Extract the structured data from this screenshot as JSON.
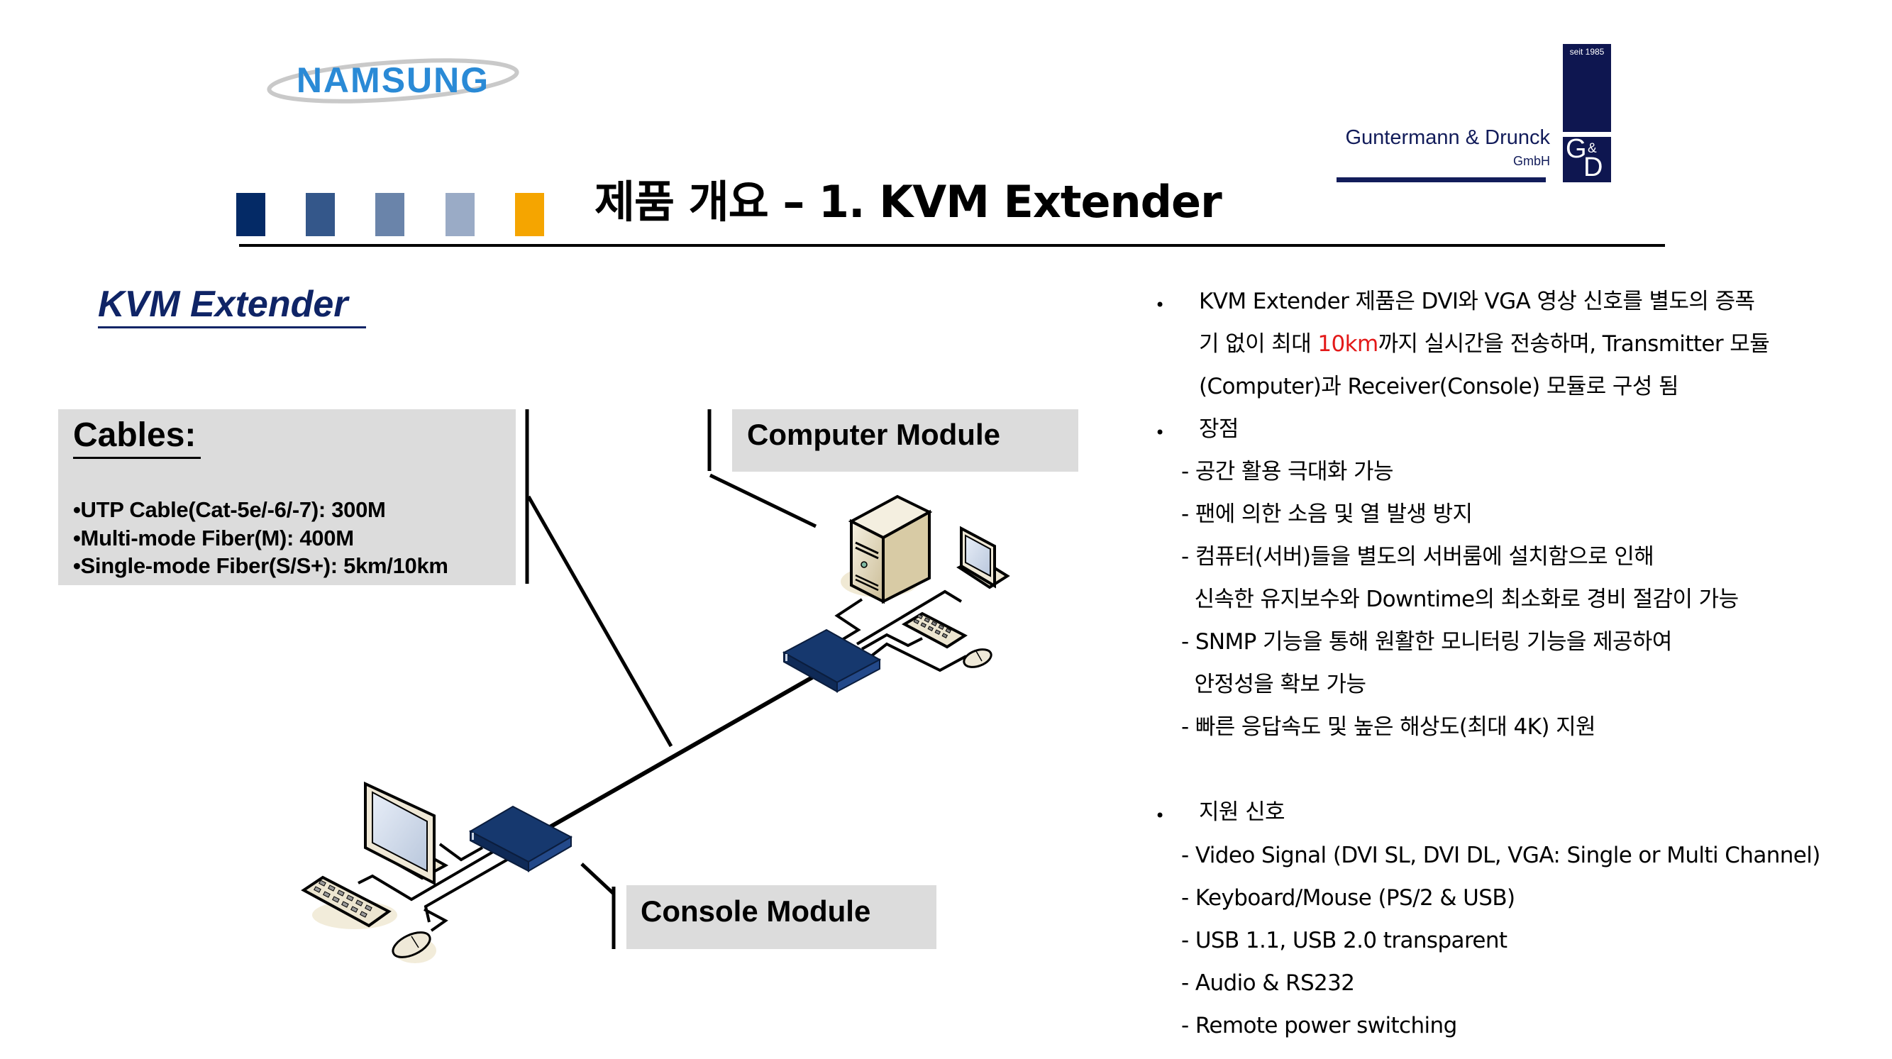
{
  "logos": {
    "namsung": {
      "text": "NAMSUNG",
      "colors": {
        "blue": "#2a8ad6",
        "swoosh": "#c8c8c8"
      }
    },
    "gd": {
      "name": "Guntermann & Drunck",
      "suffix": "GmbH",
      "since": "seit 1985",
      "mark_g": "G",
      "mark_amp": "&",
      "mark_d": "D",
      "color": "#0e1650"
    }
  },
  "header": {
    "squares": [
      "#042a66",
      "#34578a",
      "#6a84aa",
      "#9aabc6",
      "#f5a500"
    ],
    "title": "제품 개요 – 1. KVM Extender"
  },
  "diagram": {
    "heading": "KVM Extender",
    "cables": {
      "title": "Cables:",
      "items": [
        "•UTP Cable(Cat-5e/-6/-7): 300M",
        "•Multi-mode Fiber(M): 400M",
        "•Single-mode Fiber(S/S+): 5km/10km"
      ]
    },
    "computer_module": "Computer Module",
    "console_module": "Console Module",
    "icons": [
      "server-tower-icon",
      "monitor-icon",
      "keyboard-icon",
      "mouse-icon",
      "kvm-extender-unit-icon"
    ]
  },
  "description": {
    "bullets": [
      {
        "marker": "•",
        "lines": [
          {
            "parts": [
              {
                "text": "KVM Extender 제품은 DVI와 VGA 영상 신호를 별도의 증폭"
              }
            ]
          },
          {
            "parts": [
              {
                "text": "기 없이 최대 "
              },
              {
                "text": "10km",
                "highlight": "#e31919"
              },
              {
                "text": "까지 실시간을 전송하며, Transmitter 모듈"
              }
            ]
          },
          {
            "parts": [
              {
                "text": "(Computer)과 Receiver(Console) 모듈로 구성 됨"
              }
            ]
          }
        ]
      },
      {
        "marker": "•",
        "heading": "장점",
        "items": [
          "- 공간 활용 극대화 가능",
          "- 팬에 의한 소음 및 열 발생 방지",
          "- 컴퓨터(서버)들을 별도의 서버룸에 설치함으로 인해",
          "  신속한 유지보수와 Downtime의 최소화로 경비 절감이 가능",
          "- SNMP 기능을 통해 원활한 모니터링 기능을 제공하여",
          "  안정성을 확보 가능",
          "- 빠른 응답속도 및 높은 해상도(최대 4K) 지원"
        ]
      },
      {
        "marker": "•",
        "heading": "지원 신호",
        "items": [
          "- Video Signal (DVI SL, DVI DL, VGA: Single or Multi Channel)",
          "- Keyboard/Mouse (PS/2 & USB)",
          "- USB 1.1, USB 2.0 transparent",
          "- Audio & RS232",
          "- Remote power switching"
        ]
      }
    ]
  }
}
